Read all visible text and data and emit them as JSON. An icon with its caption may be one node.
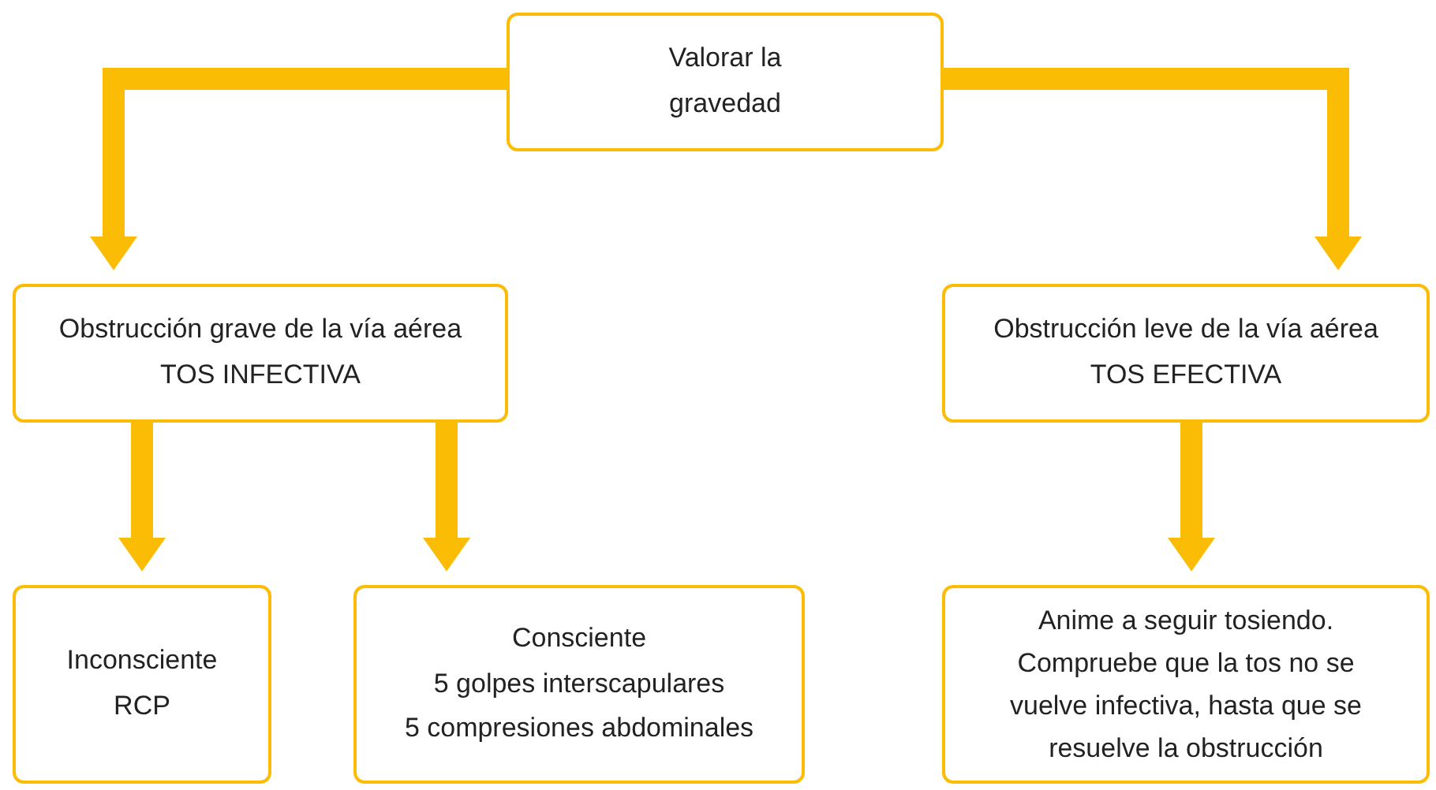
{
  "diagram": {
    "nodes": [
      {
        "text": [
          "Valorar la gravedad"
        ]
      },
      {
        "text": [
          "Obstrucción grave de la vía aérea",
          "TOS INFECTIVA"
        ]
      },
      {
        "text": [
          "Obstrucción leve de la vía aérea",
          "TOS EFECTIVA"
        ]
      },
      {
        "text": [
          "Inconsciente",
          "RCP"
        ]
      },
      {
        "text": [
          "Consciente",
          "5 golpes interscapulares",
          "5 compresiones abdominales"
        ]
      },
      {
        "text": [
          "Anime a seguir tosiendo. Compruebe que la tos no se vuelve infectiva, hasta que se resuelve la obstrucción"
        ]
      }
    ],
    "edges": [
      {
        "from": 0,
        "to": 1,
        "arrow": "to"
      },
      {
        "from": 0,
        "to": 2,
        "arrow": "to"
      },
      {
        "from": 1,
        "to": 3,
        "arrow": "to"
      },
      {
        "from": 1,
        "to": 4,
        "arrow": "to"
      },
      {
        "from": 2,
        "to": 5,
        "arrow": "to"
      }
    ]
  }
}
